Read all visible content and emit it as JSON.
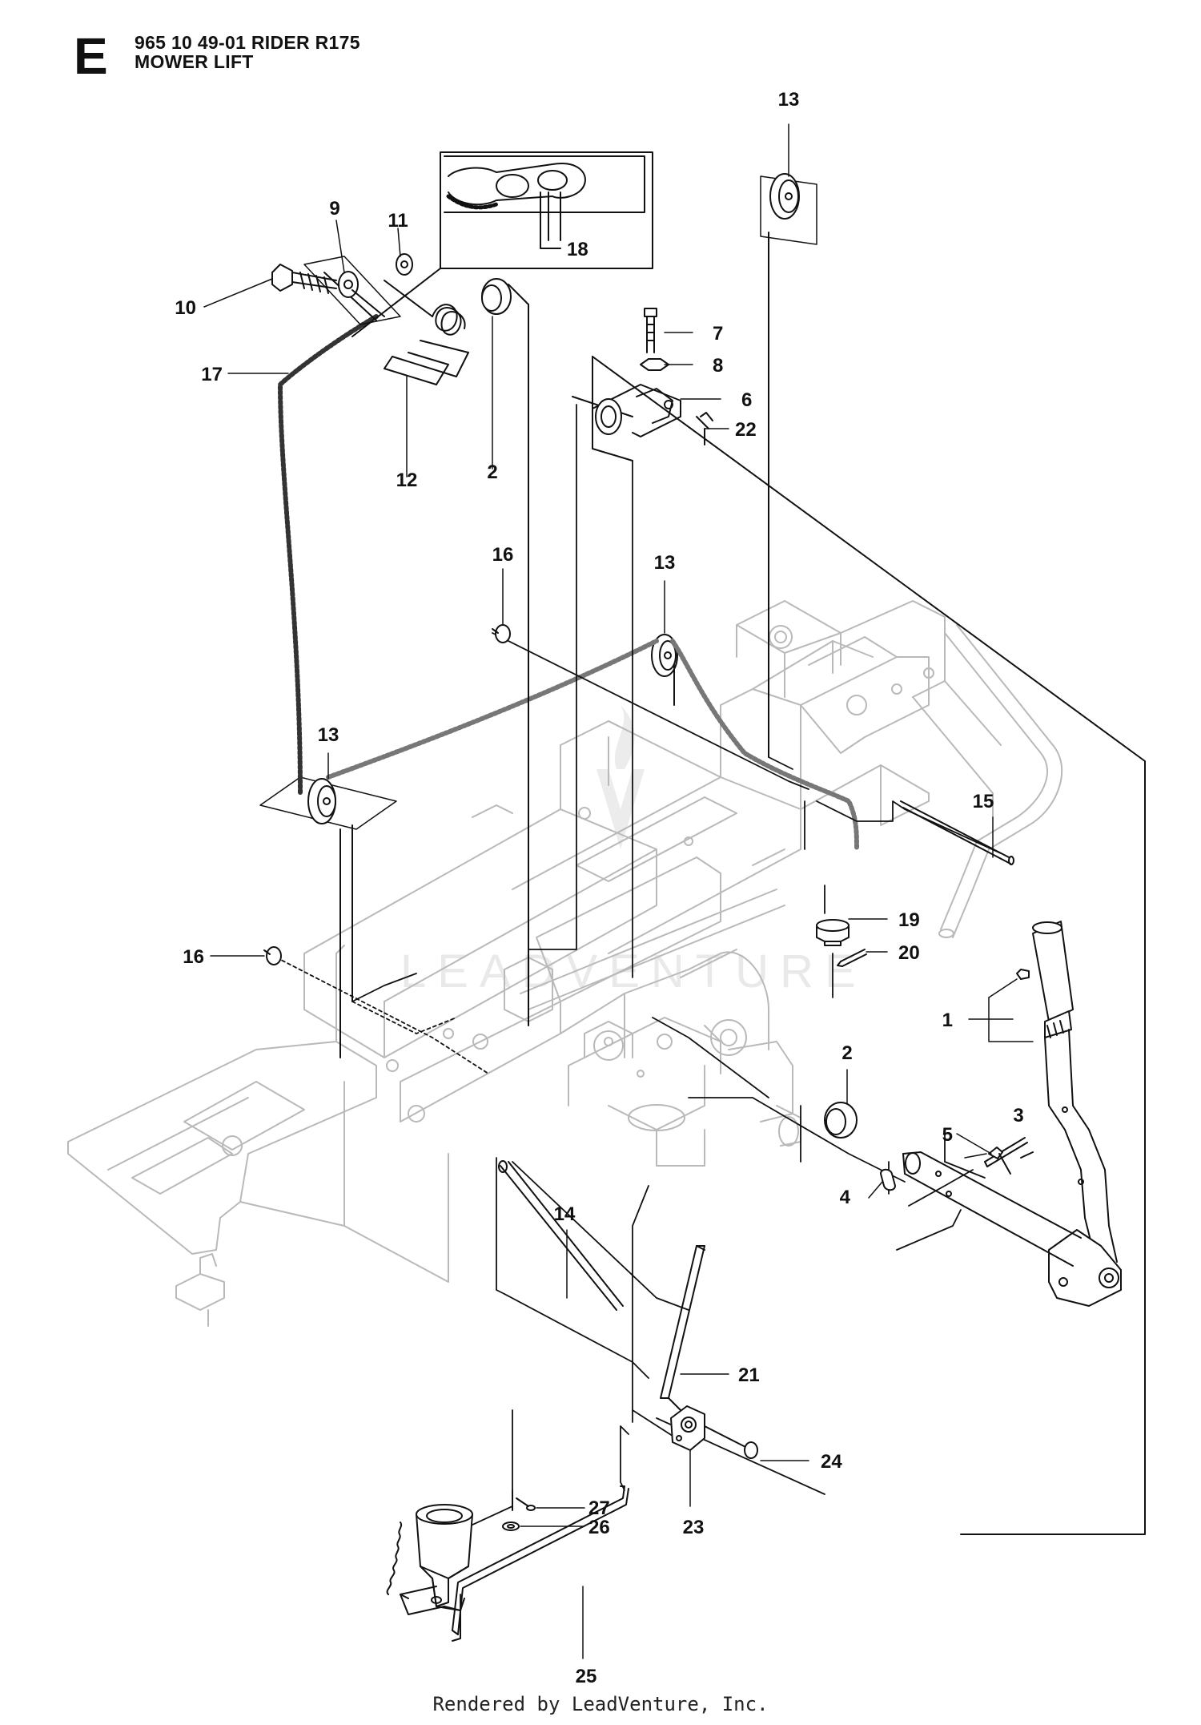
{
  "header": {
    "section": "E",
    "model": "965 10 49-01 RIDER R175",
    "title": "MOWER LIFT"
  },
  "watermark": "LEADVENTURE",
  "footer": "Rendered by LeadVenture, Inc.",
  "callouts": {
    "c1": "1",
    "c2a": "2",
    "c2b": "2",
    "c3": "3",
    "c4": "4",
    "c5": "5",
    "c6": "6",
    "c7": "7",
    "c8": "8",
    "c9": "9",
    "c10": "10",
    "c11": "11",
    "c12": "12",
    "c13a": "13",
    "c13b": "13",
    "c13c": "13",
    "c14": "14",
    "c15": "15",
    "c16a": "16",
    "c16b": "16",
    "c17": "17",
    "c18": "18",
    "c19": "19",
    "c20": "20",
    "c21": "21",
    "c22": "22",
    "c23": "23",
    "c24": "24",
    "c25": "25",
    "c26": "26",
    "c27": "27"
  }
}
